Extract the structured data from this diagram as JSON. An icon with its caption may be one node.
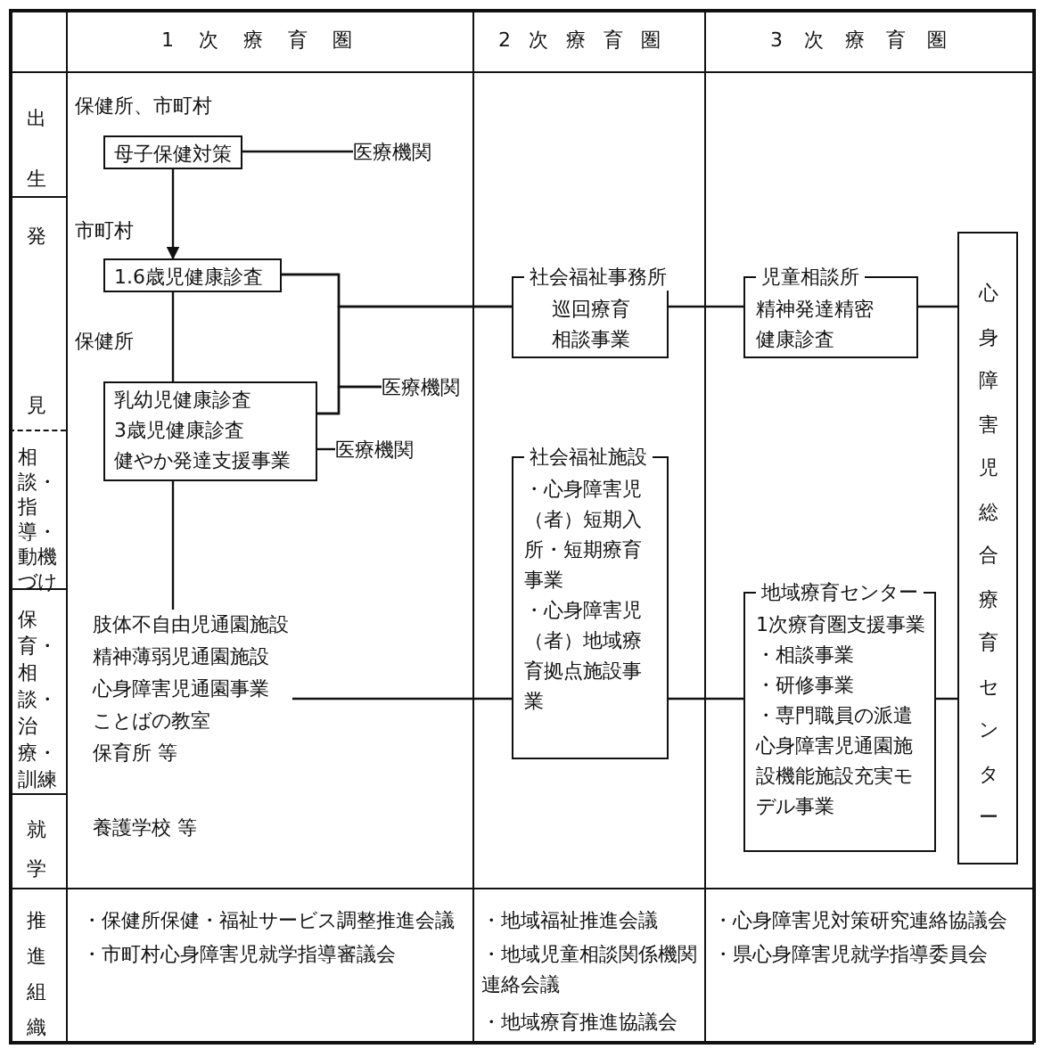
{
  "diagram": {
    "nodes": [
      {
        "text": [
          "母子保健対策"
        ]
      },
      {
        "text": [
          "医療機関"
        ]
      },
      {
        "text": [
          "1.6歳児健康診査"
        ]
      },
      {
        "text": [
          "社会福祉事務所",
          "巡回療育",
          "相談事業"
        ]
      },
      {
        "text": [
          "児童相談所",
          "精神発達精密",
          "健康診査"
        ]
      },
      {
        "text": [
          "心身障害児総合療育センター"
        ]
      },
      {
        "text": [
          "乳幼児健康診査",
          "3歳児健康診査",
          "健やか発達支援事業"
        ]
      },
      {
        "text": [
          "医療機関"
        ]
      },
      {
        "text": [
          "医療機関"
        ]
      },
      {
        "text": [
          "社会福祉施設",
          "・心身障害児（者）短期入所・短期療育事業",
          "・心身障害児（者）地域療育拠点施設事業"
        ]
      },
      {
        "text": [
          "地域療育センター",
          "1次療育圏支援事業",
          "・相談事業",
          "・研修事業",
          "・専門職員の派遣",
          "心身障害児通園施設機能施設充実モデル事業"
        ]
      },
      {
        "text": [
          "肢体不自由児通園施設",
          "精神薄弱児通園施設",
          "心身障害児通園事業",
          "ことばの教室",
          "保育所 等"
        ]
      }
    ],
    "edges": [
      {
        "from": 0,
        "to": 1,
        "arrow": "none"
      },
      {
        "from": 0,
        "to": 2,
        "arrow": "to"
      },
      {
        "from": 2,
        "to": 6,
        "arrow": "none"
      },
      {
        "from": 2,
        "to": 3,
        "arrow": "none"
      },
      {
        "from": 6,
        "to": 3,
        "arrow": "none"
      },
      {
        "from": 2,
        "to": 7,
        "arrow": "none"
      },
      {
        "from": 6,
        "to": 7,
        "arrow": "none"
      },
      {
        "from": 6,
        "to": 8,
        "arrow": "none"
      },
      {
        "from": 6,
        "to": 11,
        "arrow": "none"
      },
      {
        "from": 11,
        "to": 9,
        "arrow": "none"
      },
      {
        "from": 3,
        "to": 4,
        "arrow": "none"
      },
      {
        "from": 4,
        "to": 5,
        "arrow": "none"
      },
      {
        "from": 9,
        "to": 10,
        "arrow": "none"
      },
      {
        "from": 10,
        "to": 5,
        "arrow": "none"
      }
    ],
    "labels": [
      "1次療育圏",
      "2次療育圏",
      "3次療育圏",
      "出生",
      "保健所、市町村",
      "発見",
      "市町村",
      "保健所",
      "相談・指導・動機づけ",
      "保育・相談・治療・訓練",
      "就学",
      "養護学校 等",
      "推進組織",
      "・保健所保健・福祉サービス調整推進会議",
      "・市町村心身障害児就学指導審議会",
      "・地域福祉推進会議",
      "・地域児童相談関係機関連絡会議",
      "・地域療育推進協議会",
      "・心身障害児対策研究連絡協議会",
      "・県心身障害児就学指導委員会"
    ]
  }
}
